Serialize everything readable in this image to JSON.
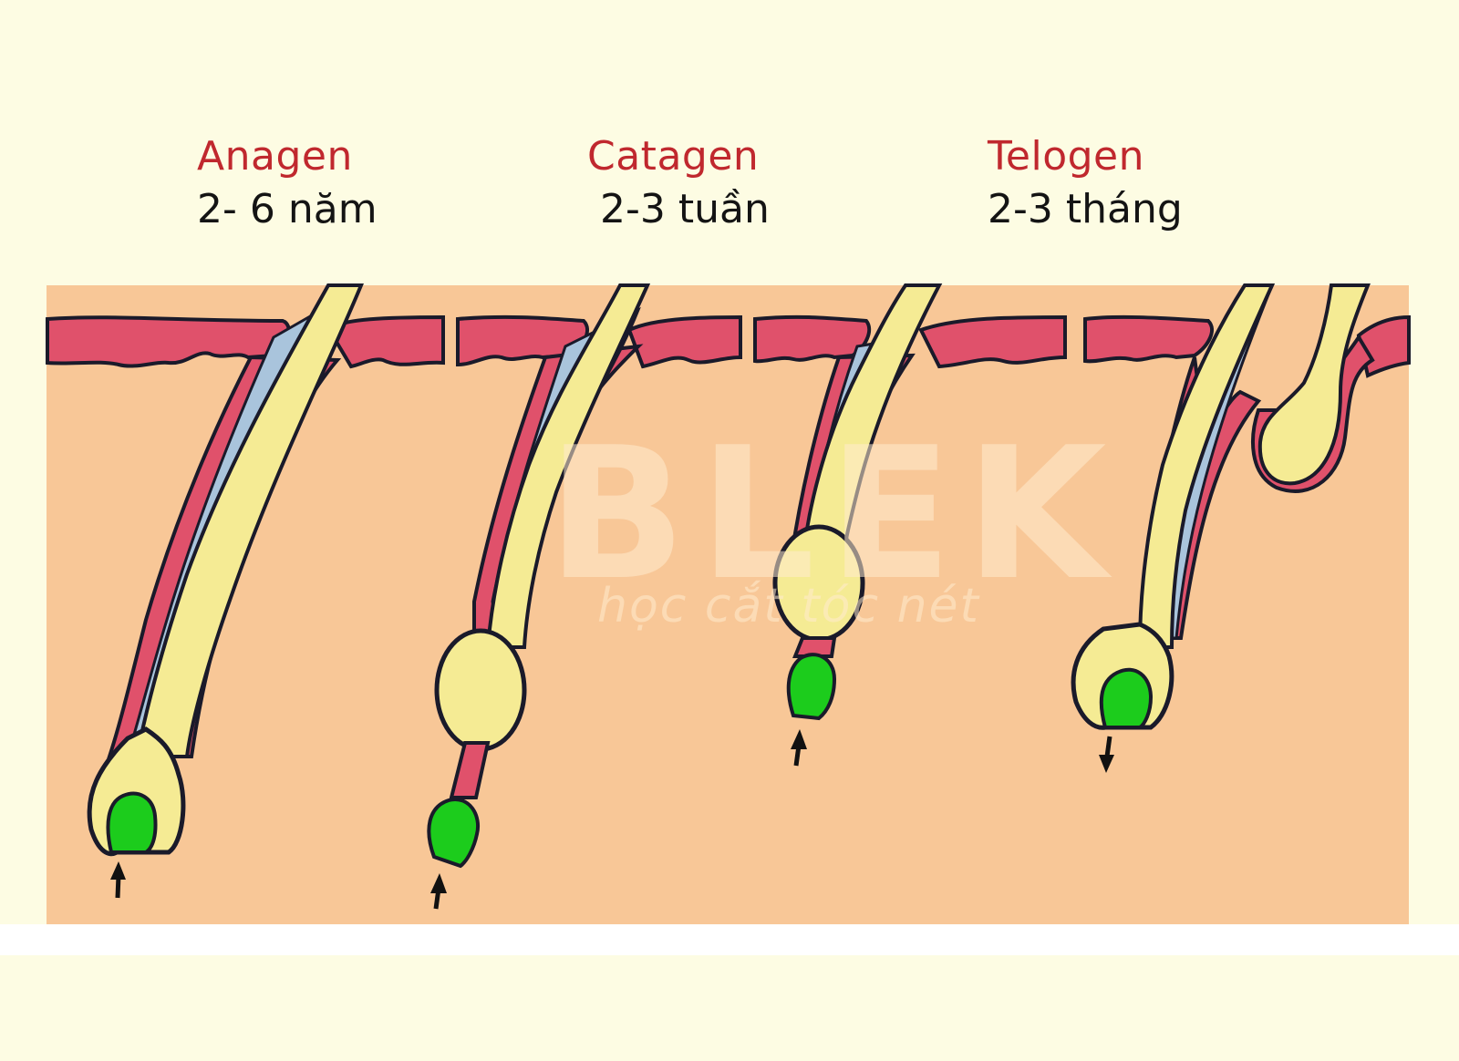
{
  "diagram": {
    "topic": "hair growth cycle",
    "phases": [
      {
        "name": "Anagen",
        "duration": "2- 6 năm"
      },
      {
        "name": "Catagen",
        "duration": " 2-3 tuần"
      },
      {
        "name": "Telogen",
        "duration": "2-3 tháng"
      }
    ],
    "watermark": {
      "logo": "BLEK",
      "tagline": "học cắt tóc nét"
    },
    "arrows": [
      {
        "follicle": 1,
        "direction": "up"
      },
      {
        "follicle": 2,
        "direction": "up"
      },
      {
        "follicle": 3,
        "direction": "up"
      },
      {
        "follicle": 4,
        "direction": "down"
      }
    ],
    "colors": {
      "background": "#fdfce3",
      "skin": "#f8c797",
      "epidermis": "#e0516b",
      "hair_shaft": "#f5eb94",
      "sheath": "#a9c4dc",
      "papilla": "#1ccc1c",
      "outline": "#1a1a2a",
      "phase_title": "#c0282e",
      "duration_text": "#141414"
    }
  }
}
